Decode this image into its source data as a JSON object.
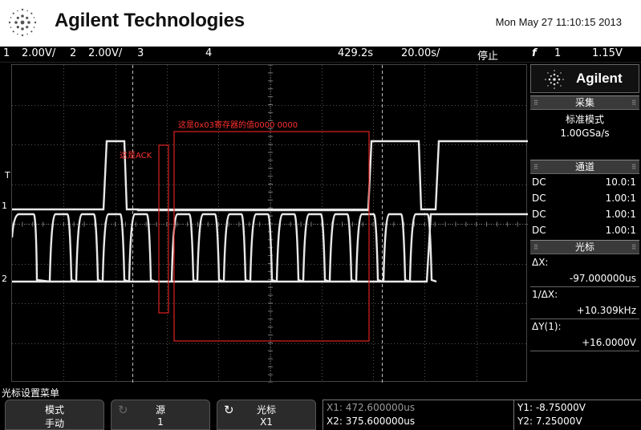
{
  "header": {
    "brand": "Agilent Technologies",
    "datetime": "Mon May 27 11:10:15 2013"
  },
  "status_bar": {
    "ch1_num": "1",
    "ch1_scale": "2.00V/",
    "ch2_num": "2",
    "ch2_scale": "2.00V/",
    "ch3_num": "3",
    "ch4_num": "4",
    "delay": "429.2&",
    "timebase": "20.00&/",
    "run_state": "停止",
    "trig_icon": "f",
    "trig_source": "1",
    "trig_level": "1.15V"
  },
  "markers": {
    "trigger": "T",
    "ch1": "1",
    "ch2": "2"
  },
  "annotations": {
    "data_box": "这是0x03寄存器的值0000  0000",
    "ack": "这是ACK"
  },
  "panel": {
    "brand": "Agilent",
    "acquire": {
      "title": "采集",
      "mode": "标准模式",
      "rate": "1.00GSa/s"
    },
    "channels": {
      "title": "通道",
      "rows": [
        {
          "coupling": "DC",
          "probe": "10.0:1"
        },
        {
          "coupling": "DC",
          "probe": "1.00:1"
        },
        {
          "coupling": "DC",
          "probe": "1.00:1"
        },
        {
          "coupling": "DC",
          "probe": "1.00:1"
        }
      ]
    },
    "cursors": {
      "title": "光标",
      "dx_label": "ΔX:",
      "dx_value": "-97.000000us",
      "inv_dx_label": "1/ΔX:",
      "inv_dx_value": "+10.309kHz",
      "dy_label": "ΔY(1):",
      "dy_value": "+16.0000V"
    }
  },
  "menu": {
    "title": "光标设置菜单",
    "softkeys": [
      {
        "label": "模式",
        "value": "手动"
      },
      {
        "label": "源",
        "value": "1"
      },
      {
        "label": "光标",
        "value": "X1"
      }
    ]
  },
  "readout": {
    "x1": "X1: 472.600000us",
    "x2": "X2: 375.600000us",
    "y1": "Y1: -8.75000V",
    "y2": "Y2: 7.25000V"
  },
  "colors": {
    "trace": "#e8e8e8",
    "grid": "#555555",
    "annotation": "#ff2020"
  }
}
